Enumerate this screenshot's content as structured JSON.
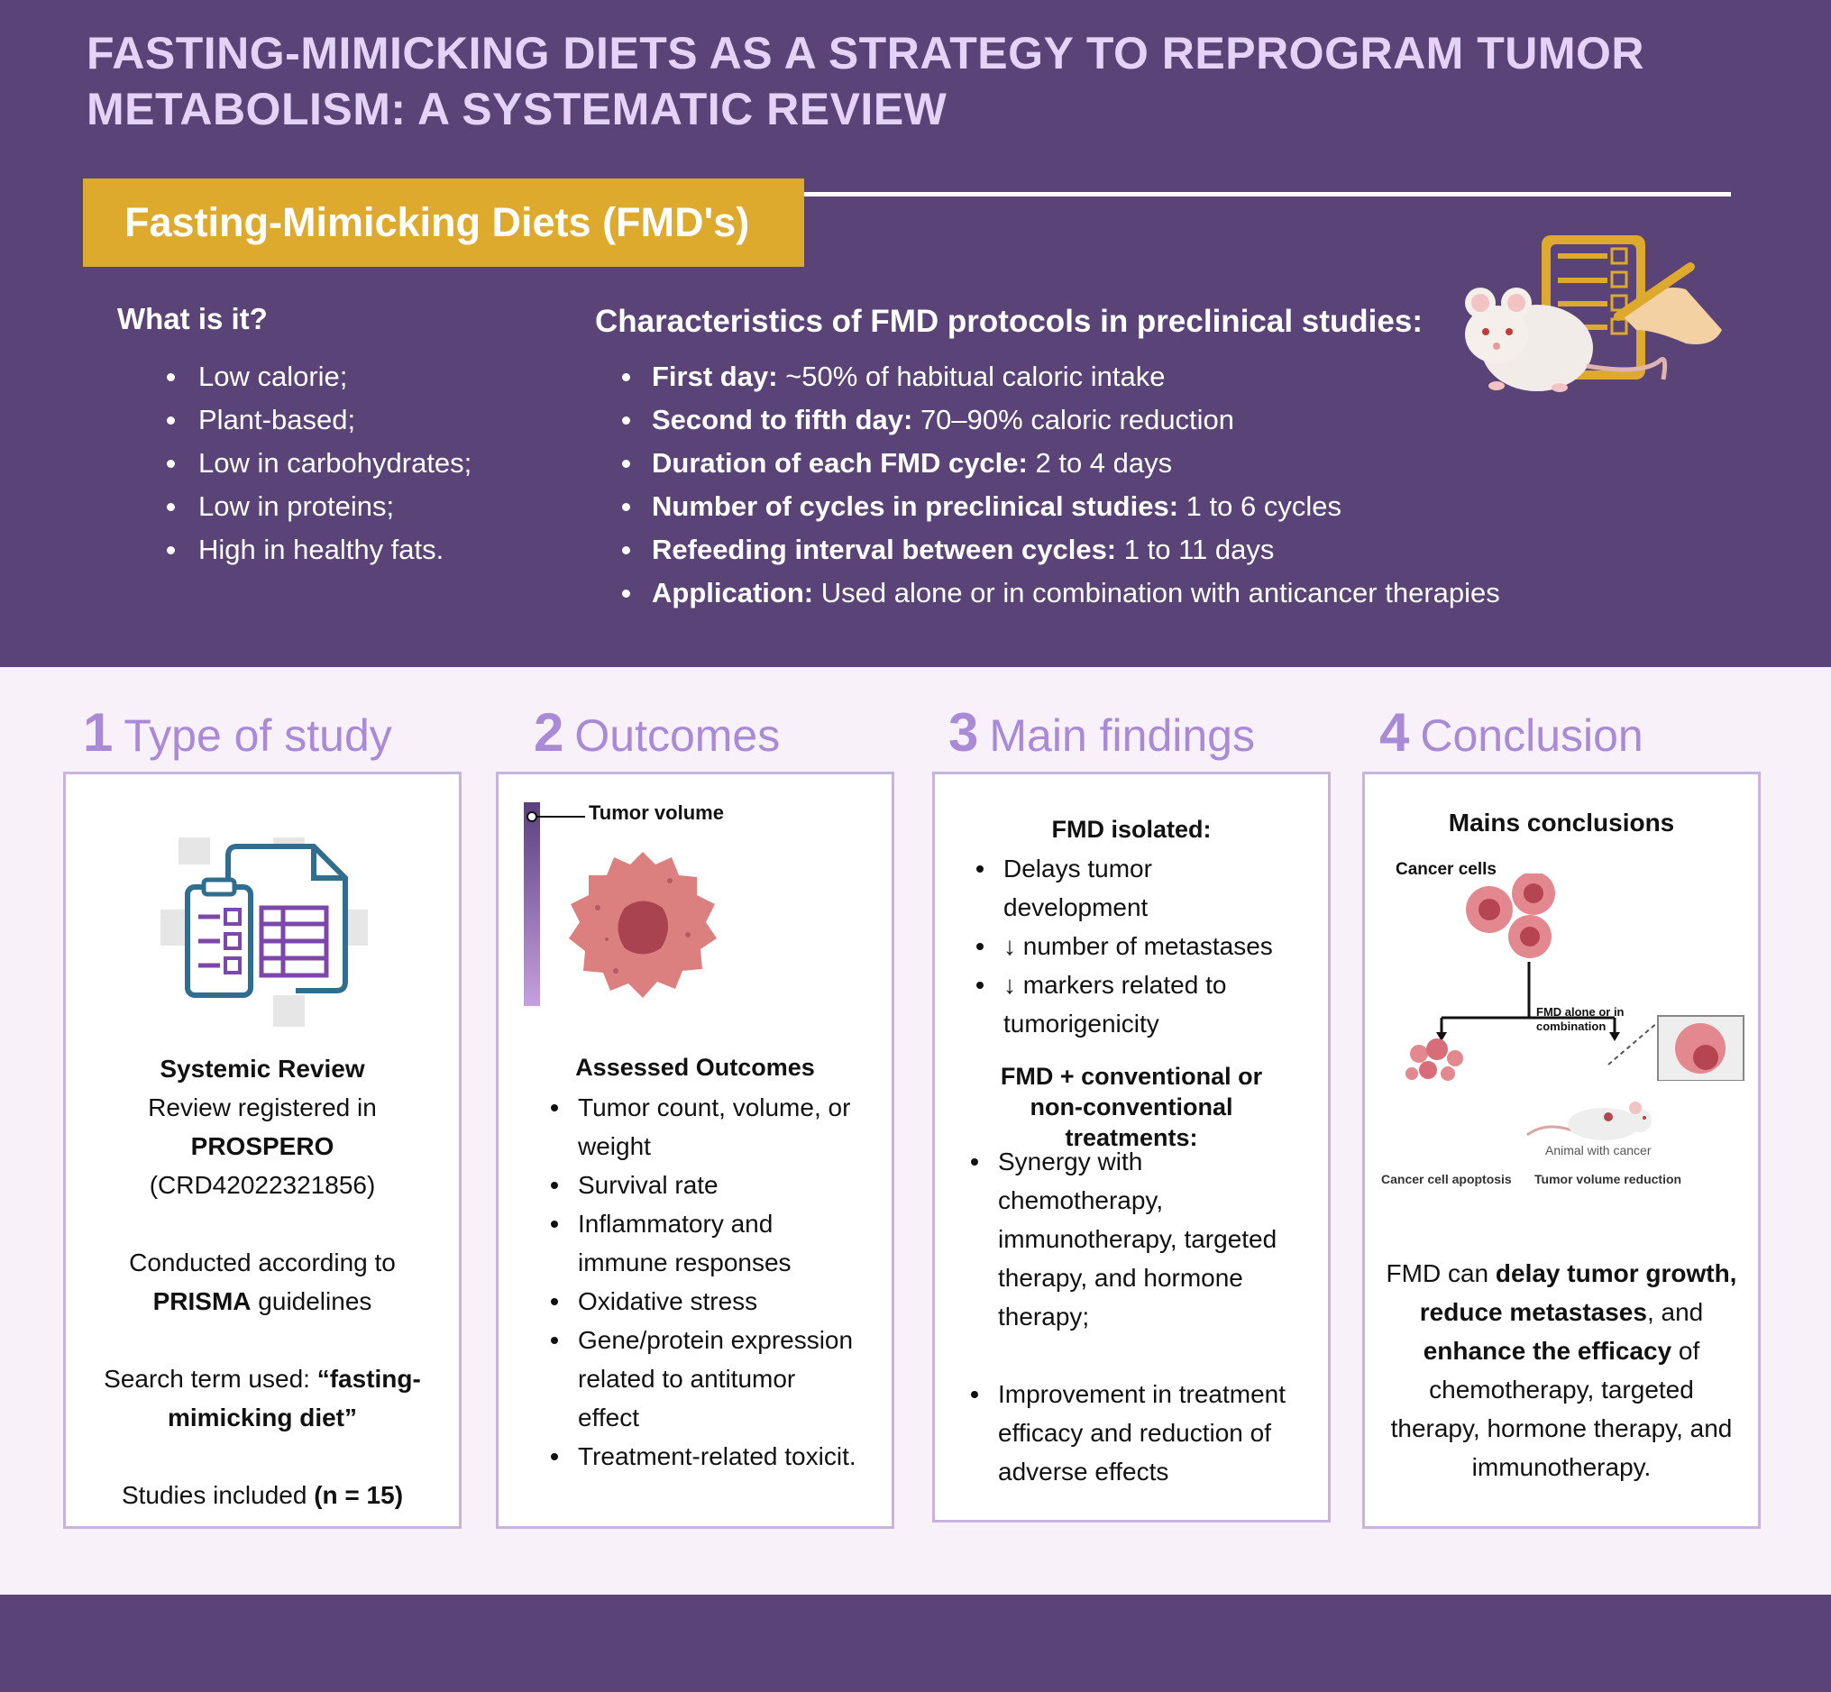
{
  "title": "FASTING-MIMICKING DIETS AS A STRATEGY TO REPROGRAM TUMOR METABOLISM: A SYSTEMATIC REVIEW",
  "banner": "Fasting-Mimicking Diets (FMD's)",
  "what_is_it": {
    "heading": "What is it?",
    "items": [
      "Low calorie;",
      "Plant-based;",
      "Low in carbohydrates;",
      "Low in proteins;",
      "High  in healthy fats."
    ]
  },
  "characteristics": {
    "heading": "Characteristics of FMD protocols in preclinical studies:",
    "items": [
      {
        "label": "First day:",
        "value": " ~50% of habitual caloric intake"
      },
      {
        "label": "Second to fifth day:",
        "value": " 70–90% caloric reduction"
      },
      {
        "label": "Duration of each FMD cycle:",
        "value": " 2 to 4 days"
      },
      {
        "label": "Number of cycles in preclinical studies:",
        "value": " 1 to 6 cycles"
      },
      {
        "label": "Refeeding interval between cycles:",
        "value": " 1 to 11 days"
      },
      {
        "label": "Application:",
        "value": " Used alone or in combination with anticancer therapies"
      }
    ]
  },
  "sections": [
    {
      "num": "1",
      "title": "Type of study"
    },
    {
      "num": "2",
      "title": "Outcomes"
    },
    {
      "num": "3",
      "title": "Main findings"
    },
    {
      "num": "4",
      "title": "Conclusion"
    }
  ],
  "type_of_study": {
    "title": "Systemic Review",
    "registered": "Review registered in",
    "registry": "PROSPERO",
    "id": "(CRD42022321856)",
    "conducted": "Conducted according to",
    "guideline_bold": "PRISMA",
    "guideline_rest": " guidelines",
    "search_prefix": "Search term used: ",
    "search_term_1": "“fasting-",
    "search_term_2": "mimicking diet”",
    "studies_prefix": "Studies included ",
    "studies_n": "(n = 15)"
  },
  "outcomes": {
    "tumor_label": "Tumor volume",
    "heading": "Assessed Outcomes",
    "items": [
      "Tumor count, volume, or weight",
      "Survival rate",
      "Inflammatory and immune responses",
      "Oxidative stress",
      "Gene/protein expression related to antitumor effect",
      "Treatment-related toxicit."
    ]
  },
  "findings": {
    "isolated_heading": "FMD isolated:",
    "isolated_items": [
      "Delays tumor development",
      "↓ number of metastases",
      "↓ markers related to tumorigenicity"
    ],
    "combo_heading": "FMD + conventional or non-conventional treatments:",
    "combo_items": [
      "Synergy with chemotherapy, immunotherapy, targeted therapy, and hormone therapy;",
      "Improvement in treatment efficacy and reduction of adverse effects"
    ]
  },
  "conclusion": {
    "heading": "Mains conclusions",
    "cancer_cells": "Cancer cells",
    "fmd_label": "FMD alone or in combination",
    "animal_label": "Animal with cancer",
    "apoptosis": "Cancer cell apoptosis",
    "reduction": "Tumor volume reduction",
    "text_1": "FMD can ",
    "text_b1": "delay tumor growth,",
    "text_b2": "reduce metastases",
    "text_2": ", and ",
    "text_b3": "enhance the efficacy",
    "text_3": " of chemotherapy, targeted therapy, hormone therapy, and immunotherapy."
  },
  "colors": {
    "header_bg": "#5a4376",
    "title": "#e5d2f7",
    "banner": "#ddaa2e",
    "section_heading": "#a98ad6",
    "card_border": "#c8b3dc",
    "page_bg": "#f8f1fa"
  }
}
